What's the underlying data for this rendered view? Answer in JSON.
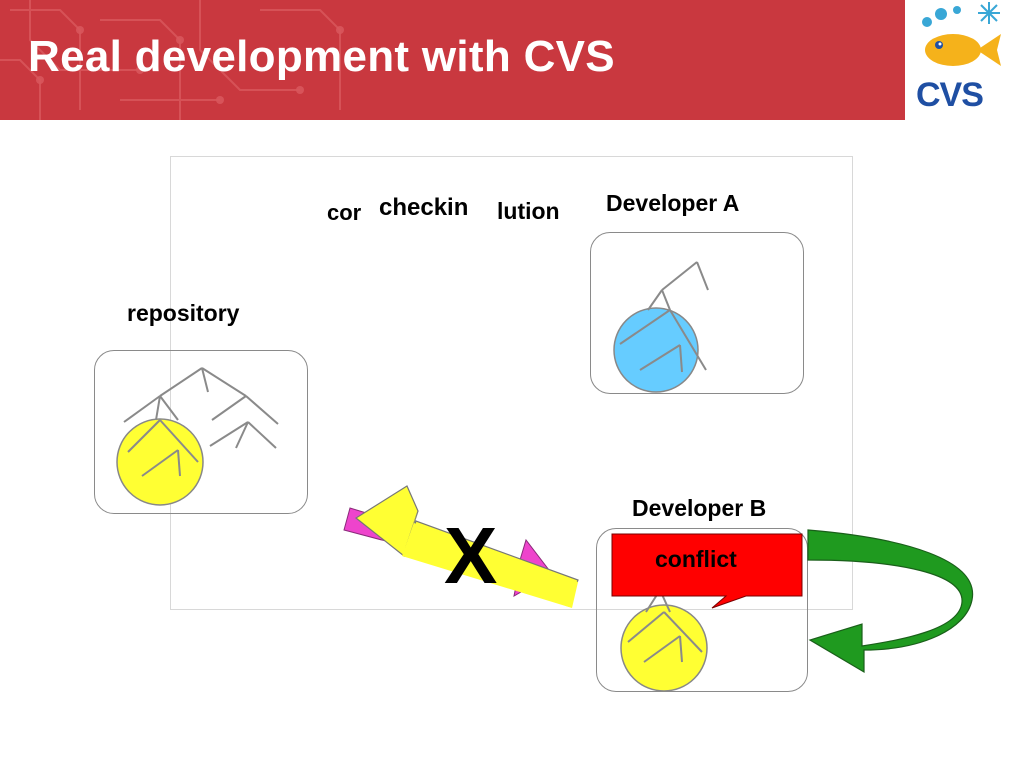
{
  "slide": {
    "title": "Real development with CVS",
    "logo_text": "CVS"
  },
  "diagram": {
    "labels": {
      "fragment_left": "cor",
      "fragment_mid": "checkin",
      "fragment_right": "lution",
      "developer_a": "Developer A",
      "developer_b": "Developer B",
      "repository": "repository",
      "conflict": "conflict",
      "blocked_mark": "X"
    },
    "colors": {
      "header": "#c9383f",
      "developer_a_circle": "#66ccff",
      "repository_circle": "#ffff33",
      "developer_b_circle": "#ffff33",
      "conflict_callout": "#ff0000",
      "loop_arrow": "#1f9a1f",
      "commit_arrow": "#ffff33",
      "back_arrow": "#ee44cc"
    }
  }
}
